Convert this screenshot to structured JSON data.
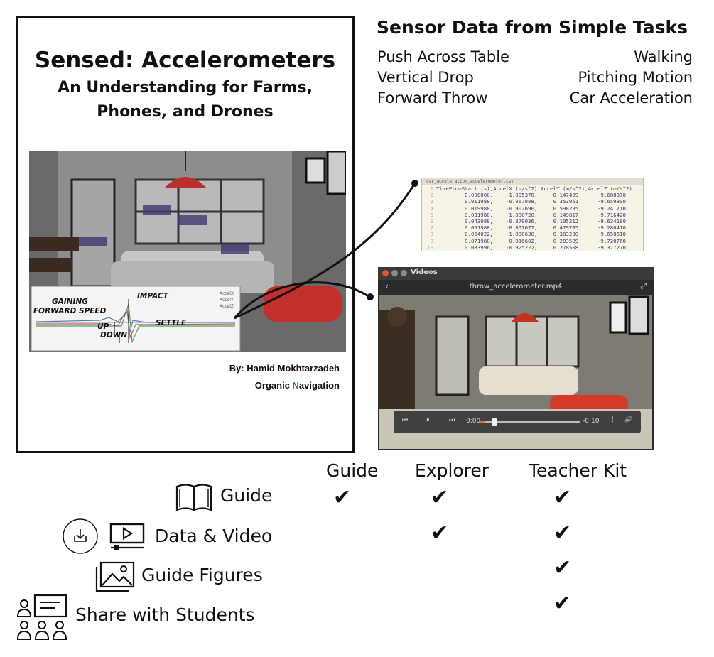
{
  "cover": {
    "title": "Sensed: Accelerometers",
    "subtitle_line1": "An Understanding for Farms,",
    "subtitle_line2": "Phones, and Drones",
    "graph": {
      "gaining_line1": "GAINING",
      "gaining_line2": "FORWARD SPEED",
      "impact": "IMPACT",
      "up": "UP",
      "down": "DOWN",
      "settle": "SETTLE",
      "legend": [
        "AccelX",
        "AccelY",
        "AccelZ"
      ]
    },
    "author": "By: Hamid Mokhtarzadeh",
    "publisher_pre": "Organic ",
    "publisher_n": "N",
    "publisher_post": "avigation"
  },
  "tasks": {
    "title": "Sensor Data from Simple Tasks",
    "items": [
      "Push Across Table",
      "Walking",
      "Vertical Drop",
      "Pitching Motion",
      "Forward Throw",
      "Car Acceleration"
    ]
  },
  "csv": {
    "tab": "car_acceleration_accelerometer.csv",
    "header": "TimeFromStart (s),AccelX (m/s^2),AccelY (m/s^2),AccelZ (m/s^2)",
    "rows": [
      [
        "0.000000,",
        "-1.005370,",
        "0.147499,",
        "-9.688370"
      ],
      [
        "0.011988,",
        "-0.867888,",
        "0.353961,",
        "-9.659800"
      ],
      [
        "0.019988,",
        "-0.902690,",
        "0.598295,",
        "-9.241710"
      ],
      [
        "0.031988,",
        "-1.030720,",
        "0.149817,",
        "-9.716420"
      ],
      [
        "0.043988,",
        "-0.870036,",
        "0.105212,",
        "-9.634180"
      ],
      [
        "0.051988,",
        "-0.857677,",
        "0.479735,",
        "-9.288410"
      ],
      [
        "0.064022,",
        "-1.038630,",
        "0.383200,",
        "-9.658610"
      ],
      [
        "0.071988,",
        "-0.916602,",
        "0.203589,",
        "-9.720760"
      ],
      [
        "0.083996,",
        "-0.925222,",
        "0.278508,",
        "-9.377270"
      ]
    ]
  },
  "player": {
    "app_title": "Videos",
    "filename": "throw_accelerometer.mp4",
    "time_current": "0:00",
    "time_remaining": "-0:10",
    "progress": 0.04
  },
  "comparison": {
    "columns": [
      "Guide",
      "Explorer",
      "Teacher Kit"
    ],
    "rows": [
      {
        "label": "Guide",
        "icon": "book-icon",
        "checks": [
          true,
          true,
          true
        ]
      },
      {
        "label": "Data & Video",
        "icon": "video-icon",
        "checks": [
          false,
          true,
          true
        ]
      },
      {
        "label": "Guide Figures",
        "icon": "image-icon",
        "checks": [
          false,
          false,
          true
        ]
      },
      {
        "label": "Share with Students",
        "icon": "classroom-icon",
        "checks": [
          false,
          false,
          true
        ]
      }
    ],
    "check_glyph": "✔"
  }
}
